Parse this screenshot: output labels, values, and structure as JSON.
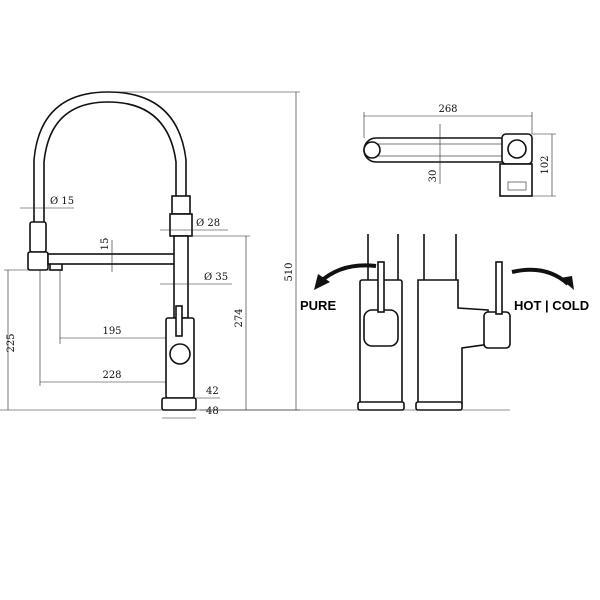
{
  "front_view": {
    "dimensions": {
      "height_total": "510",
      "height_spout": "274",
      "height_base": "225",
      "reach_195": "195",
      "reach_228": "228",
      "dia_15": "Ø 15",
      "dia_28": "Ø 28",
      "dia_35": "Ø 35",
      "w_42": "42",
      "w_48": "48",
      "h_15": "15"
    }
  },
  "top_view": {
    "dimensions": {
      "length": "268",
      "width": "102",
      "arm": "30"
    }
  },
  "side_views": {
    "left_label": "PURE",
    "right_label": "HOT | COLD"
  },
  "colors": {
    "line": "#111111",
    "background": "#ffffff"
  }
}
